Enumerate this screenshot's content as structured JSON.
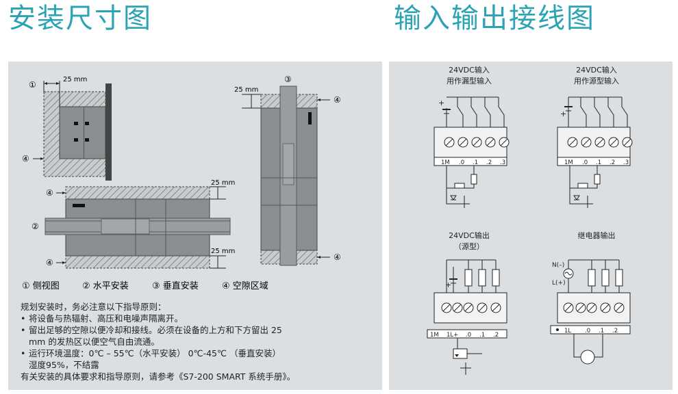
{
  "titles": {
    "left": "安装尺寸图",
    "right": "输入输出接线图"
  },
  "mount": {
    "dim": "25 mm",
    "markers": [
      "①",
      "②",
      "③",
      "④"
    ],
    "legend": [
      "① 侧视图",
      "② 水平安装",
      "③ 垂直安装",
      "④ 空隙区域"
    ]
  },
  "notes": {
    "intro": "规划安装时，务必注意以下指导原则：",
    "b1": "将设备与热辐射、高压和电噪声隔离开。",
    "b2a": "留出足够的空隙以便冷却和接线。必须在设备的上方和下方留出 25",
    "b2b": "mm 的发热区以便空气自由流通。",
    "b3a": "运行环境温度：0℃ – 55℃（水平安装） 0℃-45℃ （垂直安装）",
    "b3b": "湿度95%，不结露",
    "ref": "有关安装的具体要求和指导原则，请参考《S7-200 SMART 系统手册》。"
  },
  "wiring": {
    "sink_title": [
      "24VDC输入",
      "用作漏型输入"
    ],
    "source_title": [
      "24VDC输入",
      "用作源型输入"
    ],
    "input_terms": [
      "1M",
      ".0",
      ".1",
      ".2",
      ".3"
    ],
    "dc_out_title": [
      "24VDC输出",
      "（源型）"
    ],
    "dc_out_terms": [
      "1M",
      "1L+",
      ".0",
      ".1",
      ".2"
    ],
    "relay_title": "继电器输出",
    "relay_terms": [
      "1L",
      ".0",
      ".1",
      ".2"
    ],
    "relay_supply": [
      "N(–)",
      "L(+)"
    ],
    "plus": "+",
    "minus": "–"
  }
}
